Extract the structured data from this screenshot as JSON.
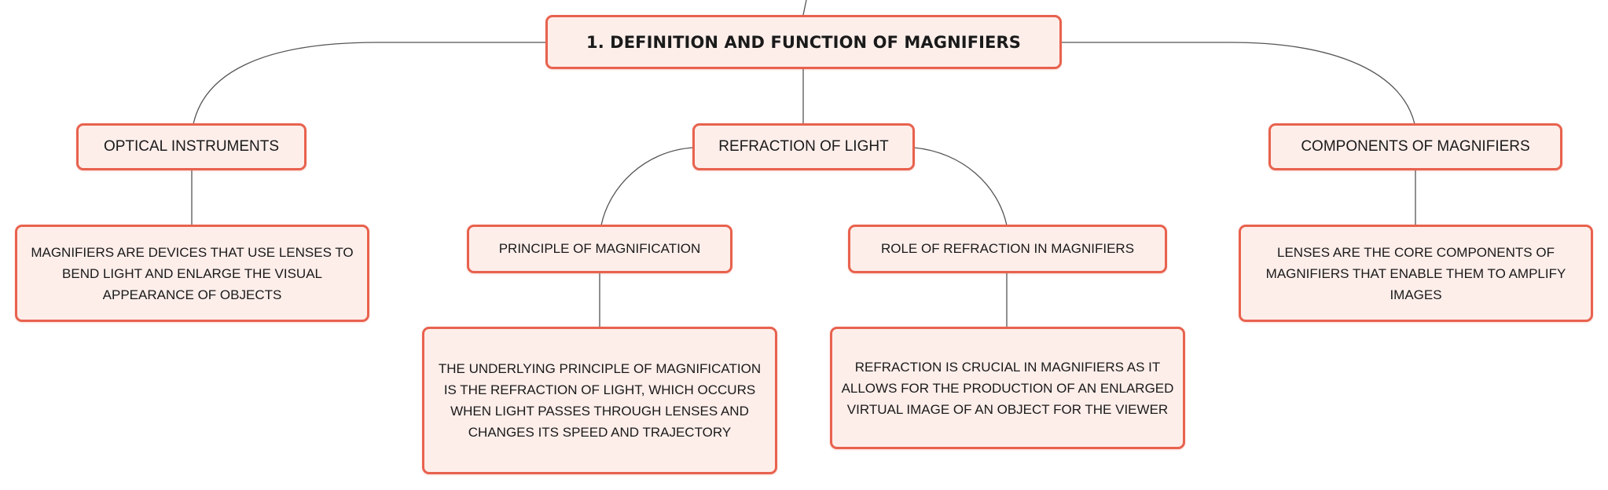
{
  "diagram": {
    "root": {
      "label": "1. DEFINITION AND FUNCTION OF MAGNIFIERS"
    },
    "branches": {
      "optical_instruments": {
        "label": "OPTICAL INSTRUMENTS",
        "detail": "MAGNIFIERS ARE DEVICES THAT USE LENSES TO BEND LIGHT AND ENLARGE THE VISUAL APPEARANCE OF OBJECTS"
      },
      "refraction_of_light": {
        "label": "REFRACTION OF LIGHT",
        "children": {
          "principle": {
            "label": "PRINCIPLE OF MAGNIFICATION",
            "detail": "THE UNDERLYING PRINCIPLE OF MAGNIFICATION IS THE REFRACTION OF LIGHT, WHICH OCCURS WHEN LIGHT PASSES THROUGH LENSES AND CHANGES ITS SPEED AND TRAJECTORY"
          },
          "role": {
            "label": "ROLE OF REFRACTION IN MAGNIFIERS",
            "detail": "REFRACTION IS CRUCIAL IN MAGNIFIERS AS IT ALLOWS FOR THE PRODUCTION OF AN ENLARGED VIRTUAL IMAGE OF AN OBJECT FOR THE VIEWER"
          }
        }
      },
      "components": {
        "label": "COMPONENTS OF MAGNIFIERS",
        "detail": "LENSES ARE THE CORE COMPONENTS OF MAGNIFIERS THAT ENABLE THEM TO AMPLIFY IMAGES"
      }
    }
  },
  "colors": {
    "node_fill": "#fdeeea",
    "node_border": "#e8624e",
    "connector": "#555555",
    "text": "#1a1a1a"
  }
}
